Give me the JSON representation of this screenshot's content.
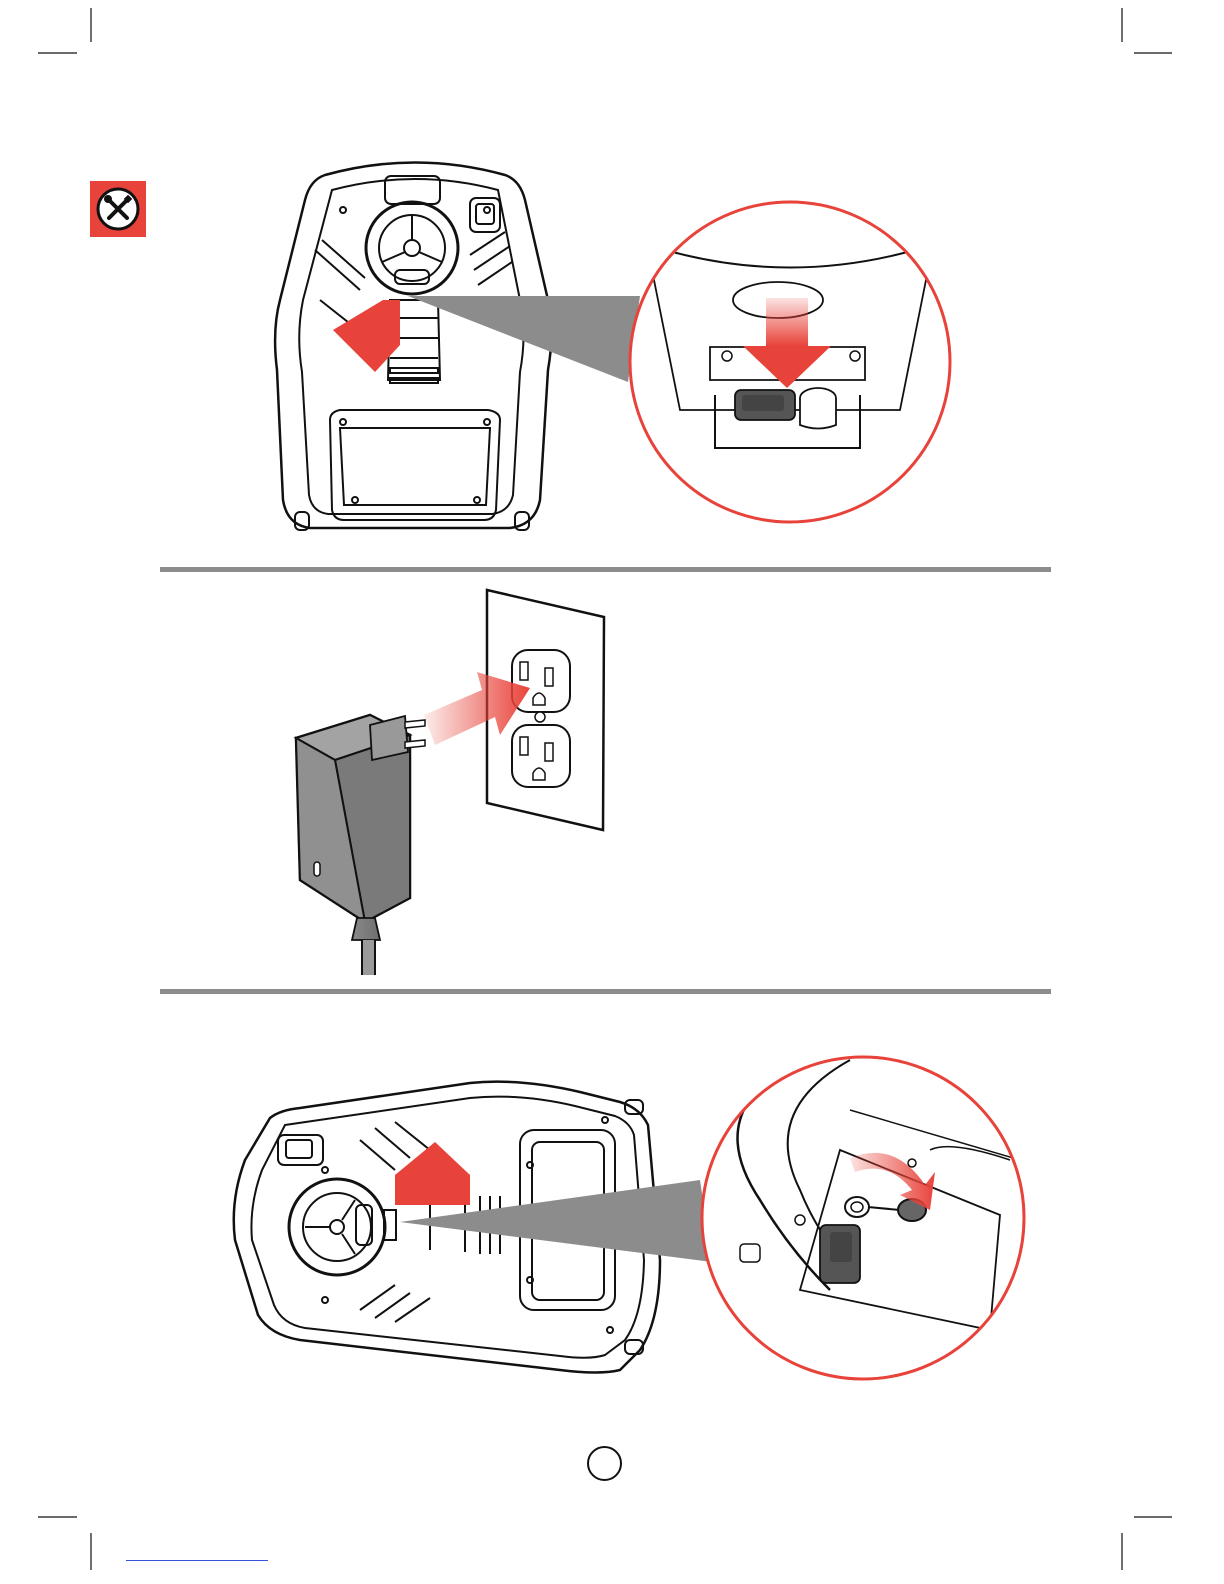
{
  "page": {
    "number": "",
    "accent_color": "#e8433a",
    "line_color": "#8c8c8c",
    "badge_icon": "tools-icon"
  },
  "steps": [
    {
      "id": "step-1",
      "illustration": "vehicle-underside-open-battery-compartment-zoom",
      "arrow": "down-arrow-into-connector"
    },
    {
      "id": "step-2",
      "illustration": "charger-plugged-into-wall-outlet",
      "arrow": "right-arrow-into-outlet"
    },
    {
      "id": "step-3",
      "illustration": "vehicle-side-charging-port-zoom",
      "arrow": "curved-arrow-to-port-cap"
    }
  ]
}
